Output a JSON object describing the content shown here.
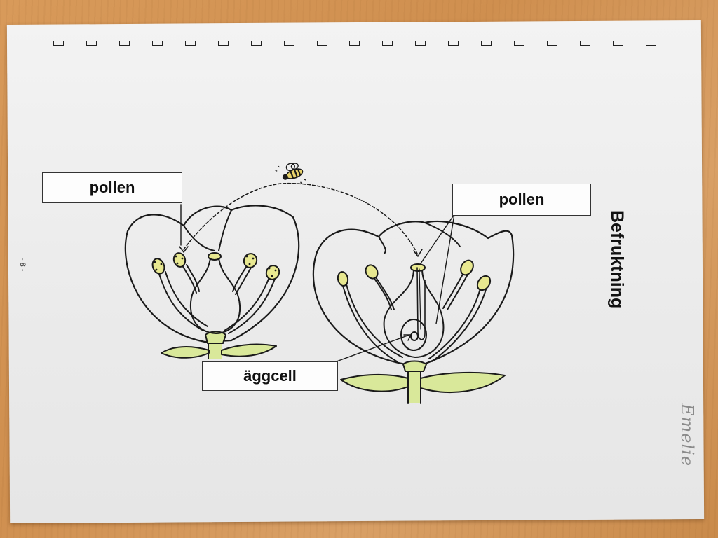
{
  "worksheet": {
    "title": "Befruktning",
    "page_number": "- 8 -",
    "signature": "Emelie",
    "labels": {
      "pollen_left": "pollen",
      "pollen_right": "pollen",
      "egg_cell": "äggcell"
    }
  },
  "colors": {
    "leaf_fill": "#d9e89a",
    "anther_fill": "#e8e890",
    "ink": "#1a1a1a"
  },
  "icons": [
    "bee-icon"
  ]
}
